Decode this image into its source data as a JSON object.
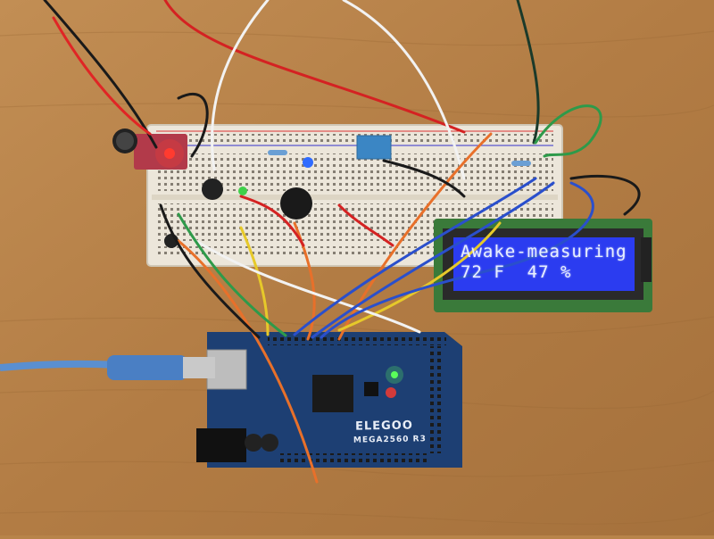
{
  "lcd": {
    "line1": "Awake-measuring",
    "line2": "72 F  47 %"
  },
  "board": {
    "brand": "ELEGOO",
    "model": "MEGA2560  R3"
  },
  "colors": {
    "wood": "#b8844a",
    "breadboard": "#ece6da",
    "pcb": "#1d3f73",
    "lcd_screen": "#2b3cf0",
    "lcd_pcb": "#3a7a3a",
    "usb_cable": "#5a8fd0"
  }
}
